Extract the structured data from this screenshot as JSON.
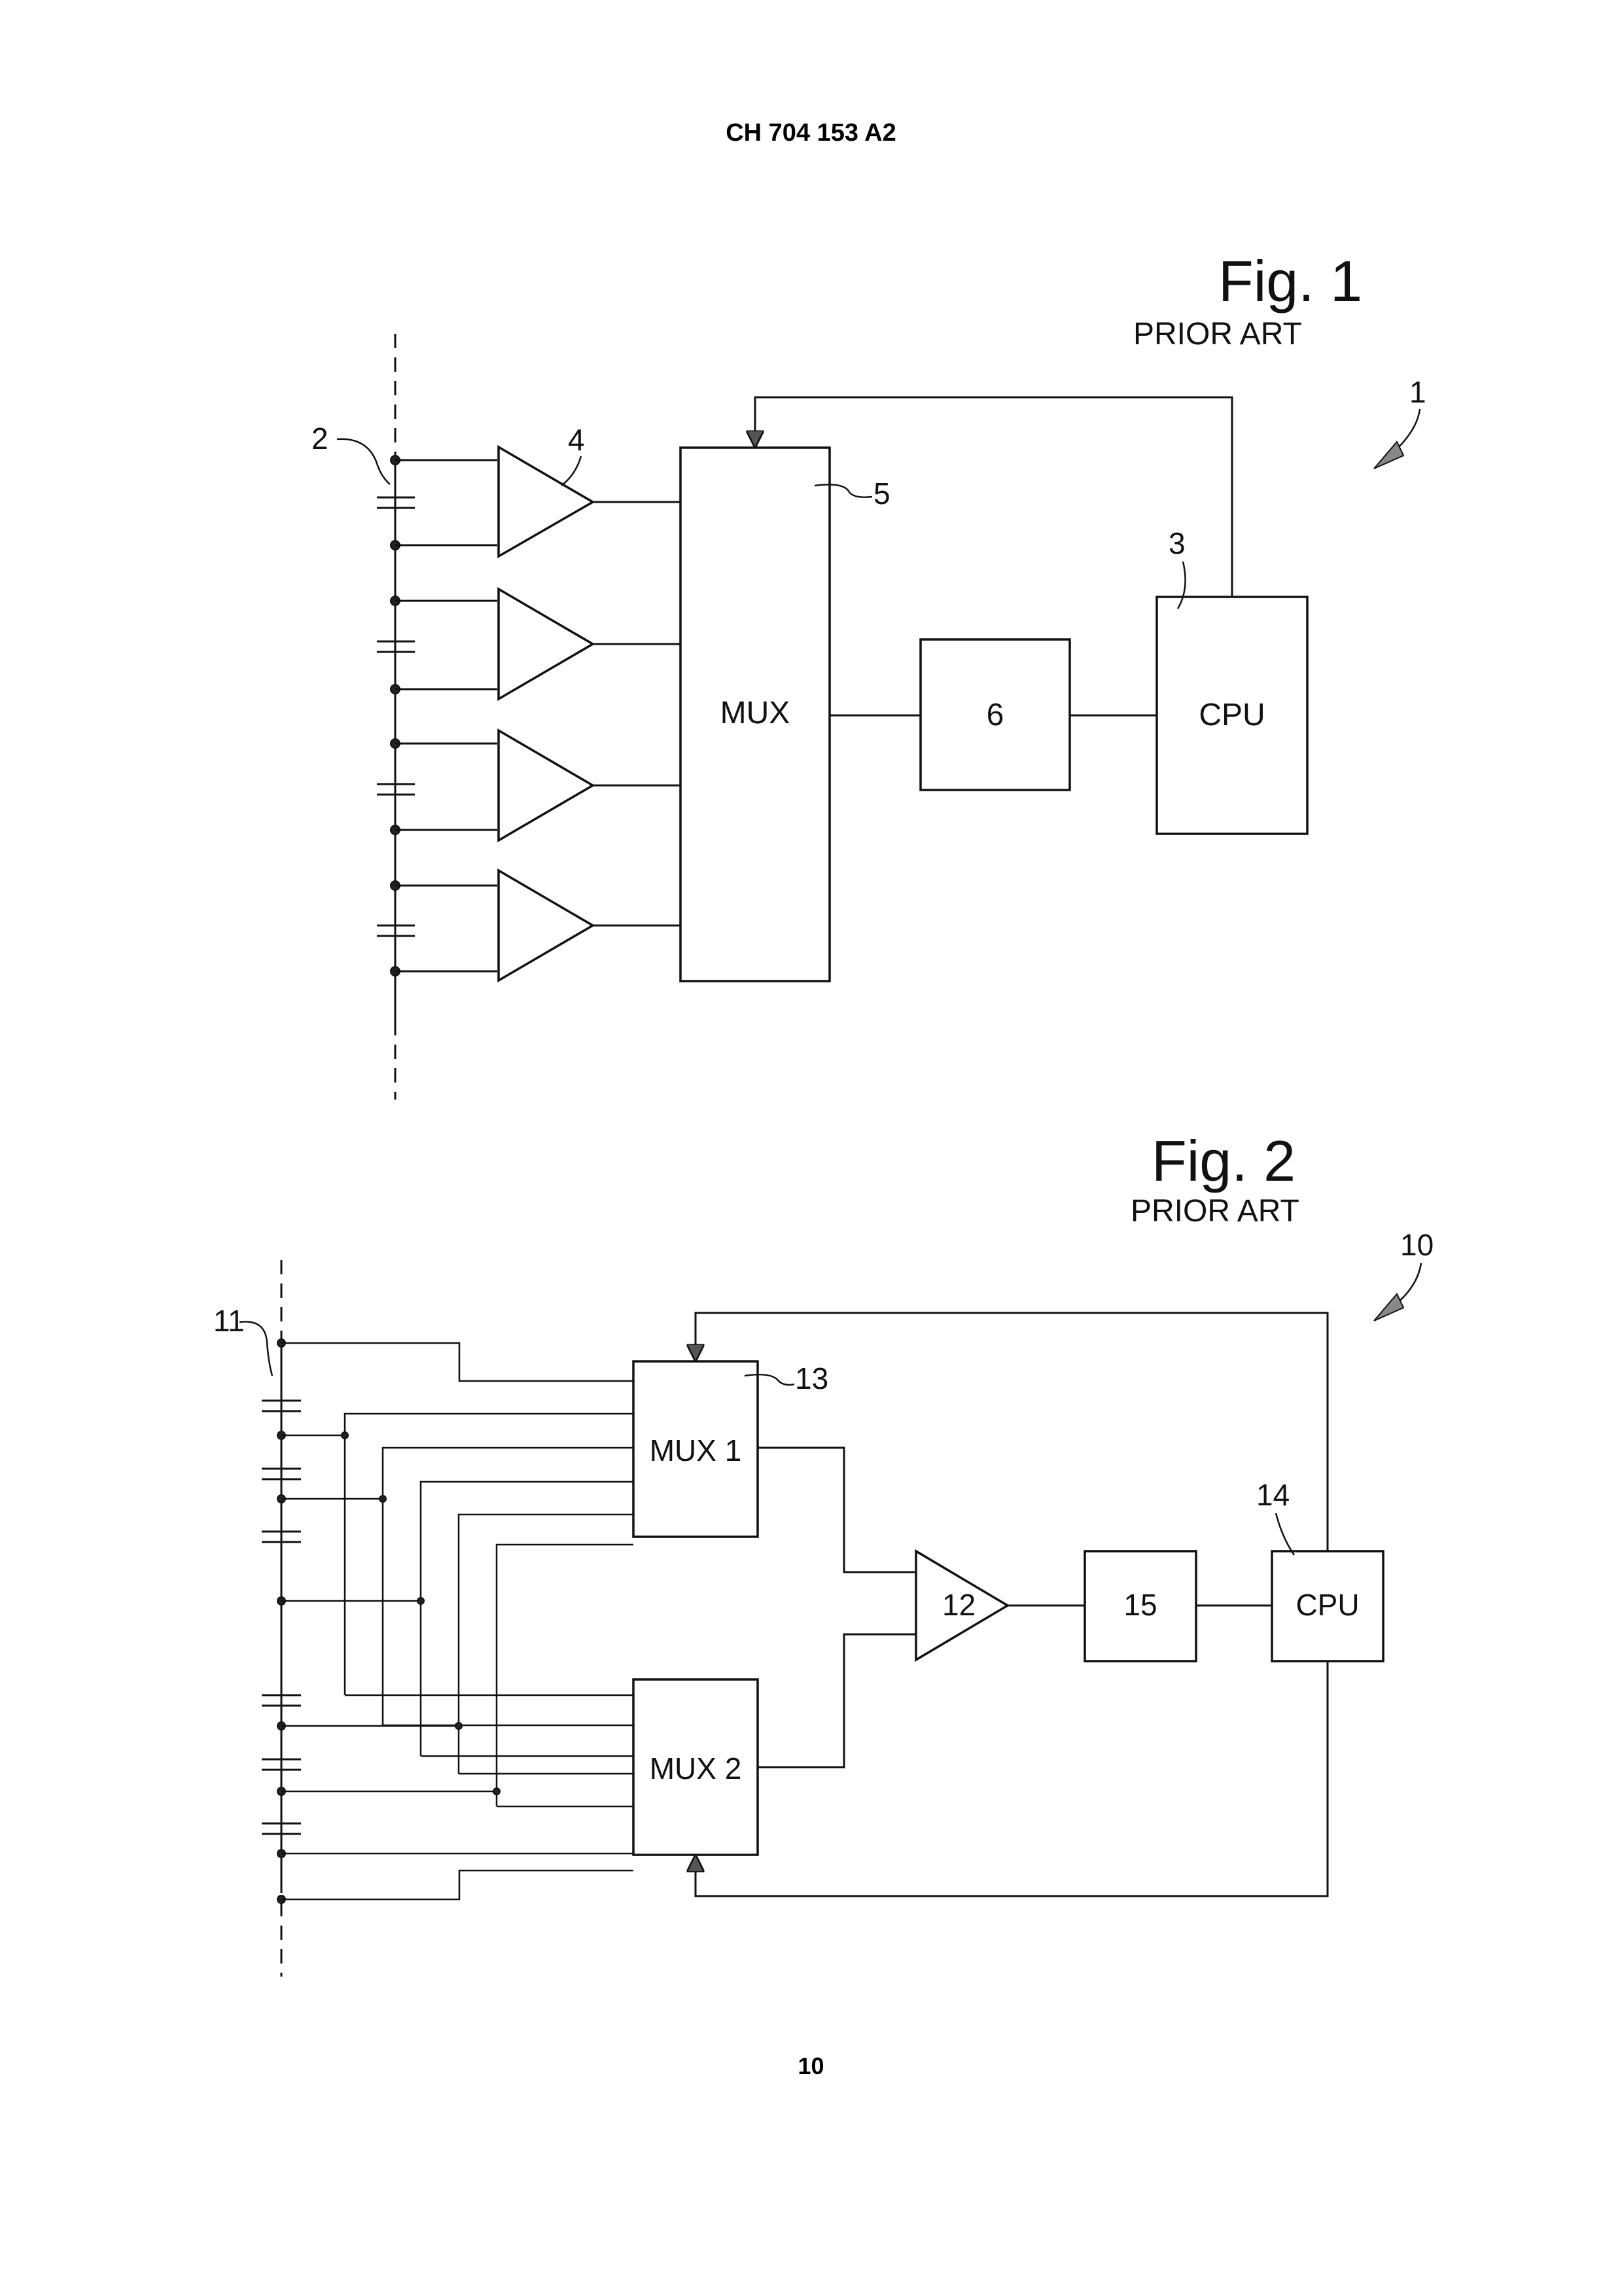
{
  "header": {
    "doc_number": "CH 704 153 A2"
  },
  "footer": {
    "page_number": "10"
  },
  "fig1": {
    "title": "Fig. 1",
    "subtitle": "PRIOR ART",
    "ref_system": "1",
    "ref_sensor": "2",
    "ref_cpu": "3",
    "ref_amplifier": "4",
    "ref_mux": "5",
    "mux_label": "MUX",
    "block6_label": "6",
    "cpu_label": "CPU"
  },
  "fig2": {
    "title": "Fig. 2",
    "subtitle": "PRIOR ART",
    "ref_system": "10",
    "ref_sensor": "11",
    "ref_amplifier": "12",
    "ref_mux1": "13",
    "ref_cpu": "14",
    "mux1_label": "MUX 1",
    "mux2_label": "MUX 2",
    "amp_label": "12",
    "block15_label": "15",
    "cpu_label": "CPU"
  }
}
